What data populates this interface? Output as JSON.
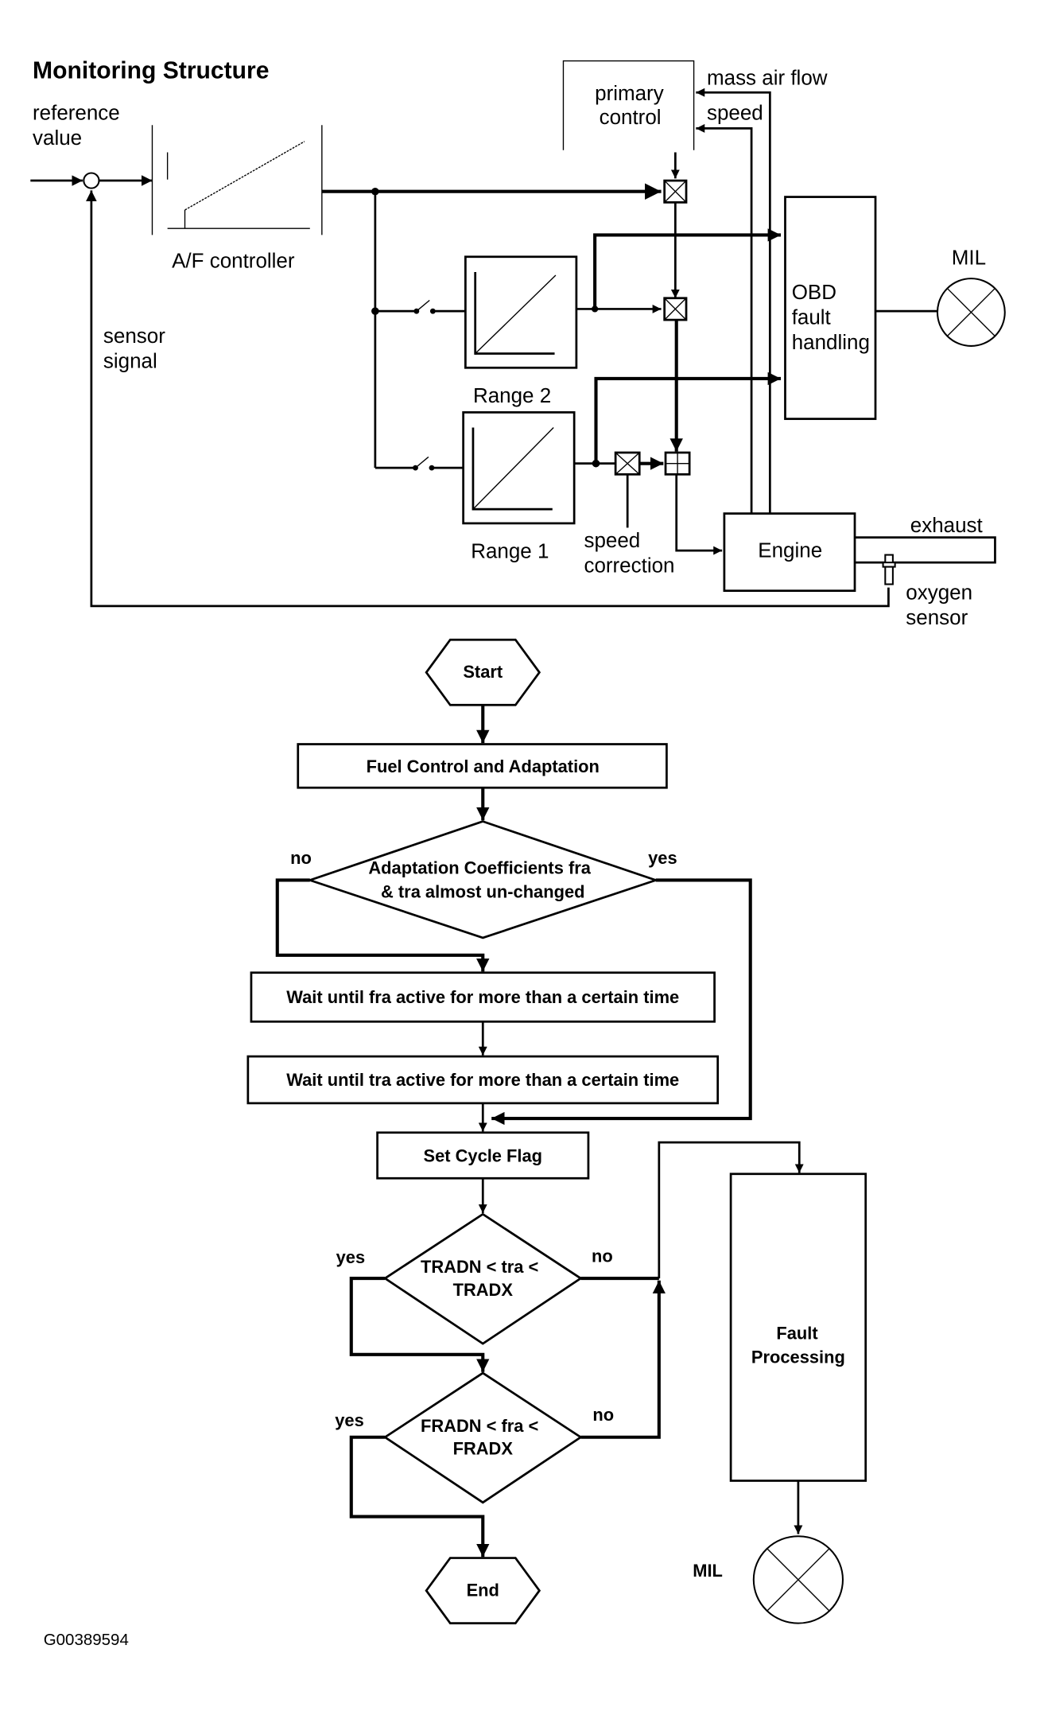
{
  "title": "Monitoring Structure",
  "block_diagram": {
    "labels": {
      "reference_value": [
        "reference",
        "value"
      ],
      "af_controller": "A/F controller",
      "sensor_signal": [
        "sensor",
        "signal"
      ],
      "primary_control": [
        "primary",
        "control"
      ],
      "mass_air_flow": "mass air flow",
      "speed": "speed",
      "range2": "Range 2",
      "range1": "Range 1",
      "speed_correction": [
        "speed",
        "correction"
      ],
      "obd": [
        "OBD",
        "fault",
        "handling"
      ],
      "mil": "MIL",
      "engine": "Engine",
      "exhaust": "exhaust",
      "oxygen_sensor": [
        "oxygen",
        "sensor"
      ]
    }
  },
  "flowchart": {
    "start": "Start",
    "fuel_control": "Fuel Control and Adaptation",
    "decision1": [
      "Adaptation Coefficients fra",
      "& tra almost un-changed"
    ],
    "decision1_no": "no",
    "decision1_yes": "yes",
    "wait_fra": "Wait until fra active for more than a certain time",
    "wait_tra": "Wait until tra active for more than a certain time",
    "set_cycle_flag": "Set Cycle Flag",
    "decision_tra": [
      "TRADN < tra <",
      "TRADX"
    ],
    "decision_tra_yes": "yes",
    "decision_tra_no": "no",
    "decision_fra": [
      "FRADN < fra <",
      "FRADX"
    ],
    "decision_fra_yes": "yes",
    "decision_fra_no": "no",
    "end": "End",
    "fault_processing": [
      "Fault",
      "Processing"
    ],
    "mil": "MIL"
  },
  "figure_id": "G00389594"
}
